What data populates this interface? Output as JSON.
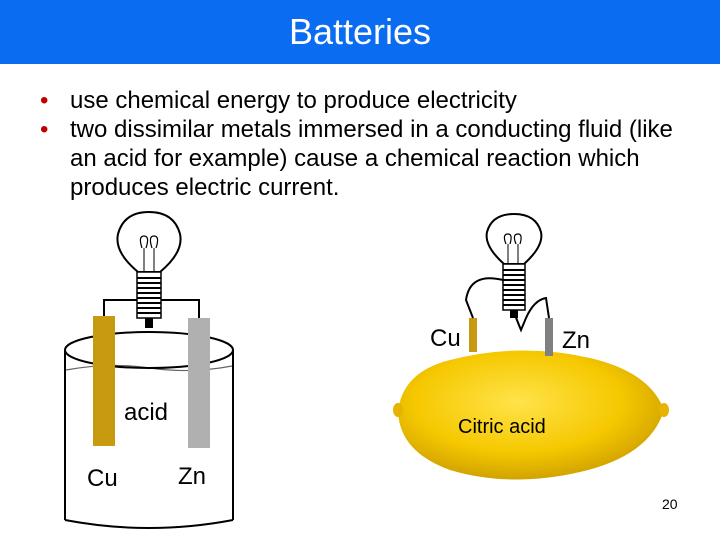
{
  "slide": {
    "title": "Batteries",
    "bullets": [
      "use chemical energy to produce electricity",
      "two dissimilar metals immersed in a conducting fluid (like an acid for example) cause a chemical reaction which produces electric current."
    ],
    "page_number": "20"
  },
  "diagram_left": {
    "electrode_left": "Cu",
    "electrode_right": "Zn",
    "fluid": "acid"
  },
  "diagram_right": {
    "electrode_left": "Cu",
    "electrode_right": "Zn",
    "fluid": "Citric acid"
  },
  "colors": {
    "header": "#0a6cf0",
    "bullet": "#c00000",
    "copper": "#c89a10",
    "zinc": "#b0b0b0",
    "lemon": "#f2c400"
  },
  "icons": [
    "light-bulb-icon",
    "beaker-icon",
    "lemon-icon"
  ]
}
